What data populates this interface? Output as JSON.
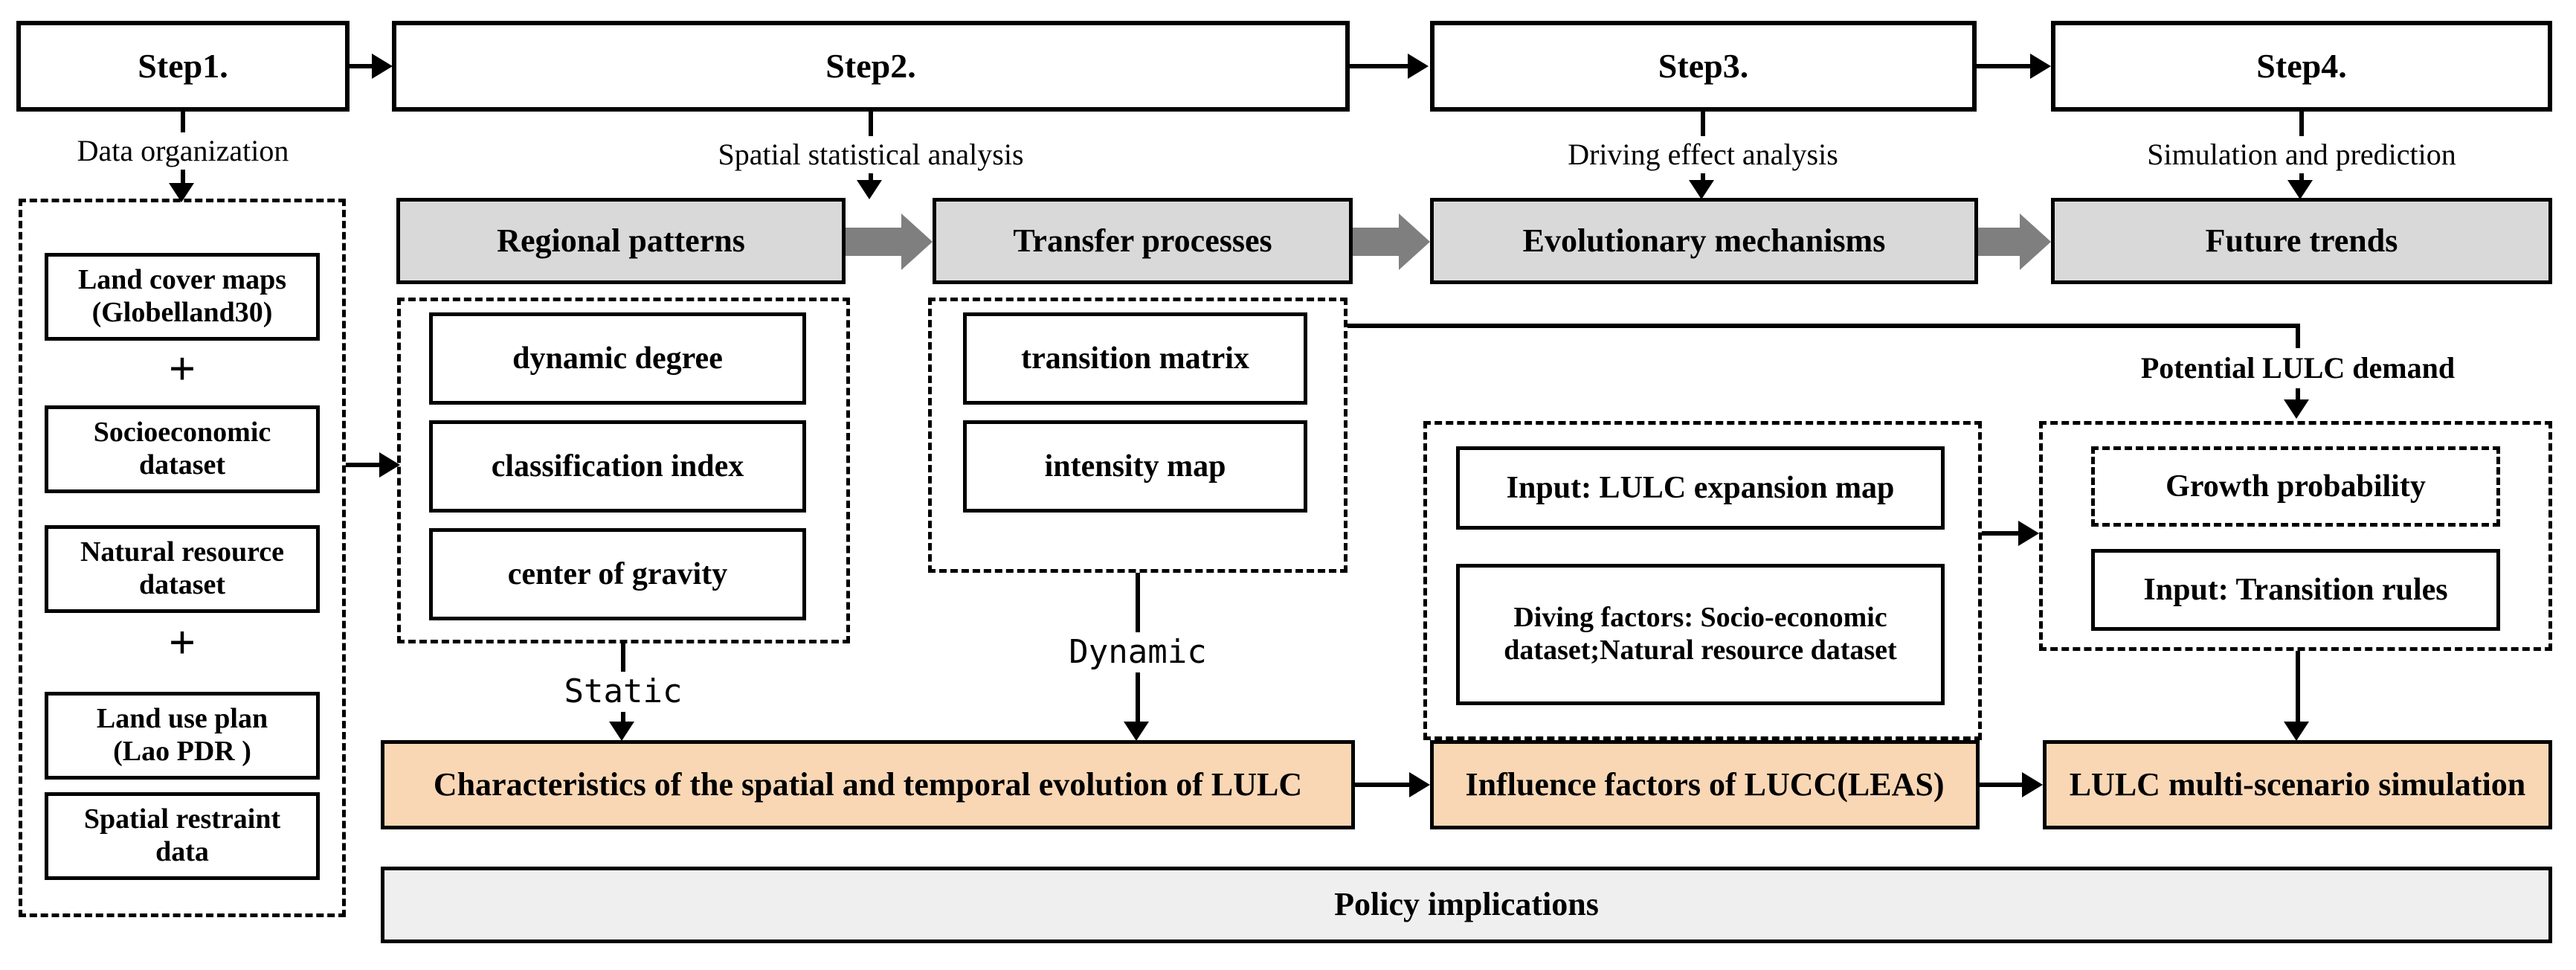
{
  "steps": [
    "Step1.",
    "Step2.",
    "Step3.",
    "Step4."
  ],
  "step_flows": [
    "Data organization",
    "Spatial statistical analysis",
    "Driving effect analysis",
    "Simulation and prediction"
  ],
  "stage_headers": [
    "Regional patterns",
    "Transfer processes",
    "Evolutionary mechanisms",
    "Future trends"
  ],
  "data_panel": {
    "boxes": [
      "Land cover maps\n(Globelland30)",
      "Socioeconomic\ndataset",
      "Natural resource\ndataset",
      "Land use plan\n(Lao PDR )",
      "Spatial restraint\ndata"
    ],
    "plus": "+"
  },
  "regional_methods": [
    "dynamic degree",
    "classification index",
    "center of gravity"
  ],
  "transfer_methods": [
    "transition matrix",
    "intensity map"
  ],
  "mode_labels": {
    "static": "Static",
    "dynamic": "Dynamic"
  },
  "leas_panel": {
    "boxes": [
      "Input: LULC expansion map",
      "Diving factors: Socio-economic\ndataset;Natural resource dataset"
    ]
  },
  "simulation_panel": {
    "demand_label": "Potential LULC demand",
    "boxes": [
      "Growth probability",
      "Input: Transition rules"
    ]
  },
  "outcomes": [
    "Characteristics of the spatial and temporal evolution of LULC",
    "Influence factors of LUCC(LEAS)",
    "LULC multi-scenario simulation"
  ],
  "policy_label": "Policy implications",
  "colors": {
    "stage_fill": "#D9D9D9",
    "outcome_fill": "#F9D7B5",
    "policy_fill": "#EFEFEF",
    "block_arrow": "#7F7F7F",
    "line": "#000000"
  }
}
